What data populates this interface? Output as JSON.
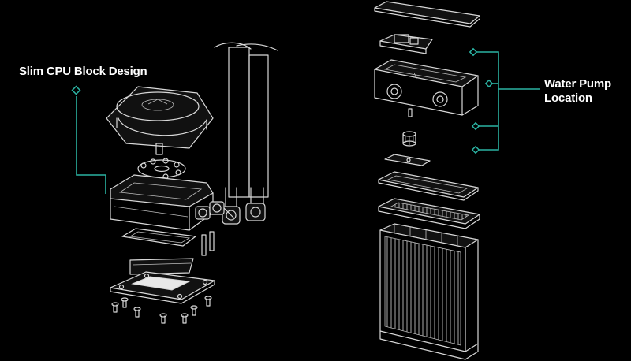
{
  "callouts": {
    "cpu_block": "Slim CPU Block Design",
    "pump_line1": "Water Pump",
    "pump_line2": "Location"
  },
  "colors": {
    "background": "#000000",
    "line_art": "#d8d8d8",
    "accent": "#2bb3a3",
    "text": "#ffffff"
  }
}
